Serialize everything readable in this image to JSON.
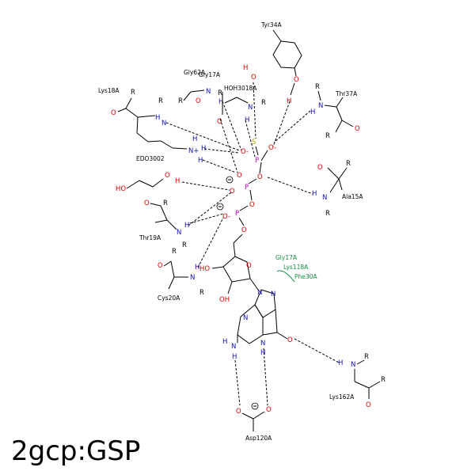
{
  "title": "2gcp:GSP",
  "residues": {
    "tyr34": "Tyr34A",
    "thr37": "Thr37A",
    "lys18": "Lys18A",
    "gly62": "Gly62A",
    "gly17": "Gly17A",
    "hoh": "HOH3018A",
    "edo": "EDO3002",
    "ala15": "Ala15A",
    "thr19": "Thr19A",
    "cys20": "Cys20A",
    "lys162": "Lys162A",
    "asp120": "Asp120A"
  },
  "hydrophobic": [
    "Gly17A",
    "Lys118A",
    "Phe30A"
  ],
  "atoms": {
    "O": "O",
    "N": "N",
    "H": "H",
    "P": "P",
    "S": "S",
    "R": "R",
    "HO": "HO",
    "OH": "OH",
    "Nplus": "N+",
    "Ominus": "O-"
  }
}
